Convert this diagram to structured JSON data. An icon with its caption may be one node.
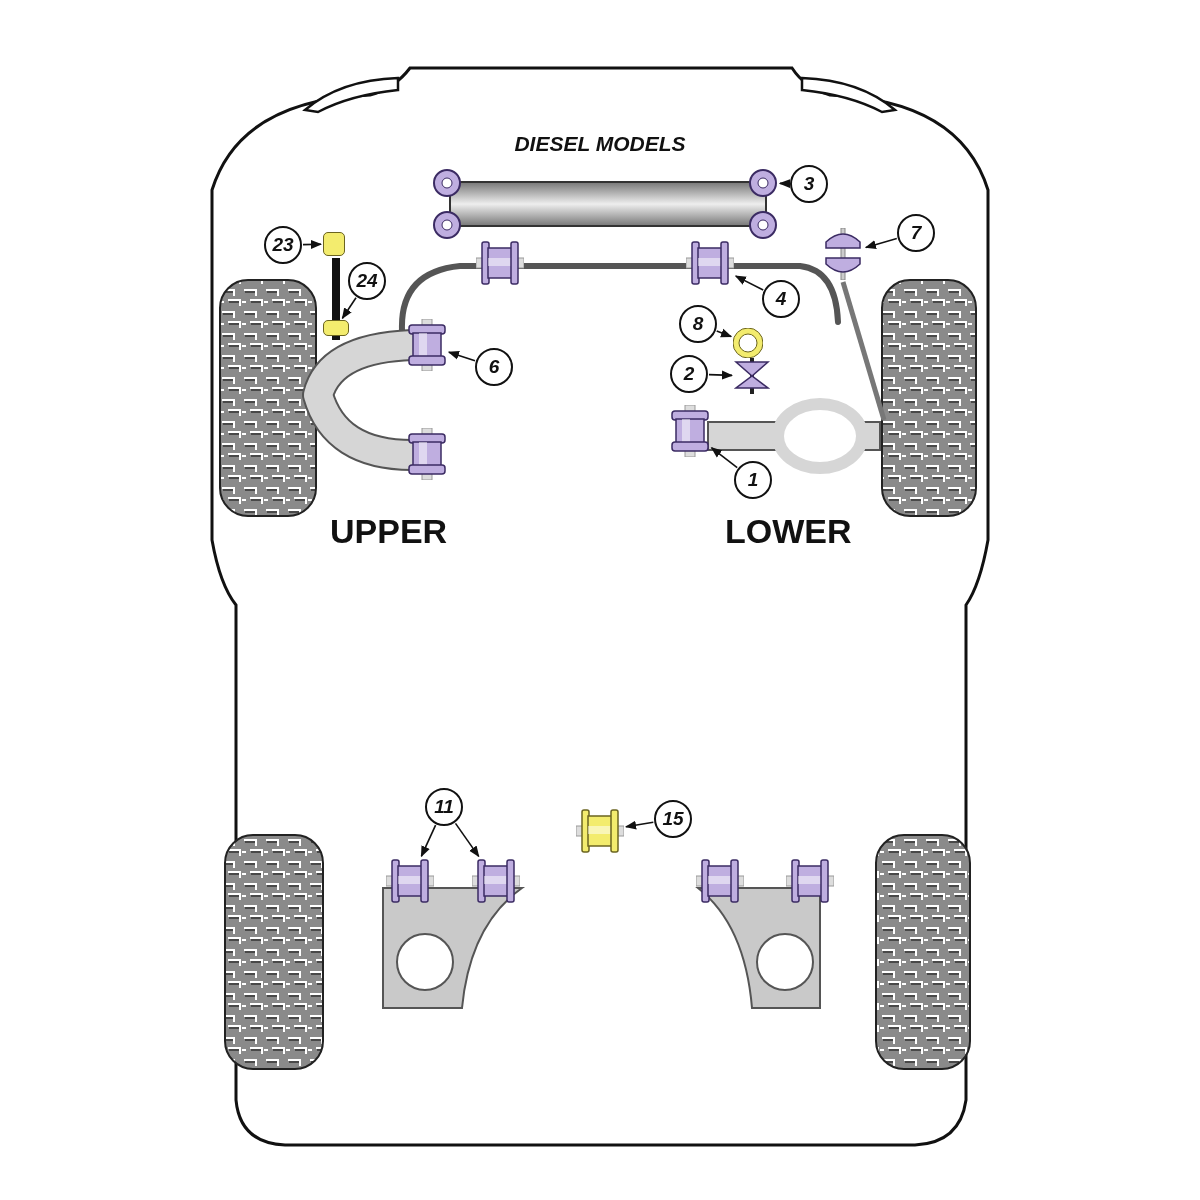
{
  "diagram": {
    "title": "DIESEL MODELS",
    "nodes": [
      {
        "text": [
          "3"
        ]
      },
      {
        "text": [],
        "shape": "picture"
      },
      {
        "text": [
          "23"
        ]
      },
      {
        "text": [],
        "shape": "box"
      },
      {
        "text": [
          "7"
        ]
      },
      {
        "text": [],
        "shape": "picture"
      },
      {
        "text": [
          "24"
        ]
      },
      {
        "text": [],
        "shape": "box"
      },
      {
        "text": [
          "4"
        ]
      },
      {
        "text": [],
        "shape": "picture"
      },
      {
        "text": [
          "8"
        ]
      },
      {
        "text": [],
        "shape": "picture"
      },
      {
        "text": [
          "6"
        ]
      },
      {
        "text": [],
        "shape": "picture"
      },
      {
        "text": [
          "2"
        ]
      },
      {
        "text": [],
        "shape": "picture"
      },
      {
        "text": [
          "1"
        ]
      },
      {
        "text": [],
        "shape": "picture"
      },
      {
        "text": [
          "11"
        ]
      },
      {
        "text": [],
        "shape": "picture"
      },
      {
        "text": [],
        "shape": "picture"
      },
      {
        "text": [
          "15"
        ]
      },
      {
        "text": [],
        "shape": "picture"
      }
    ],
    "edges": [
      {
        "from": 0,
        "to": 1,
        "arrow": "to"
      },
      {
        "from": 2,
        "to": 3,
        "arrow": "to"
      },
      {
        "from": 4,
        "to": 5,
        "arrow": "to"
      },
      {
        "from": 6,
        "to": 7,
        "arrow": "to"
      },
      {
        "from": 8,
        "to": 9,
        "arrow": "to"
      },
      {
        "from": 10,
        "to": 11,
        "arrow": "to"
      },
      {
        "from": 12,
        "to": 13,
        "arrow": "to"
      },
      {
        "from": 14,
        "to": 15,
        "arrow": "to"
      },
      {
        "from": 16,
        "to": 17,
        "arrow": "to"
      },
      {
        "from": 18,
        "to": 19,
        "arrow": "to"
      },
      {
        "from": 18,
        "to": 20,
        "arrow": "to"
      },
      {
        "from": 21,
        "to": 22,
        "arrow": "to"
      }
    ],
    "labels": [
      "UPPER",
      "LOWER"
    ]
  }
}
